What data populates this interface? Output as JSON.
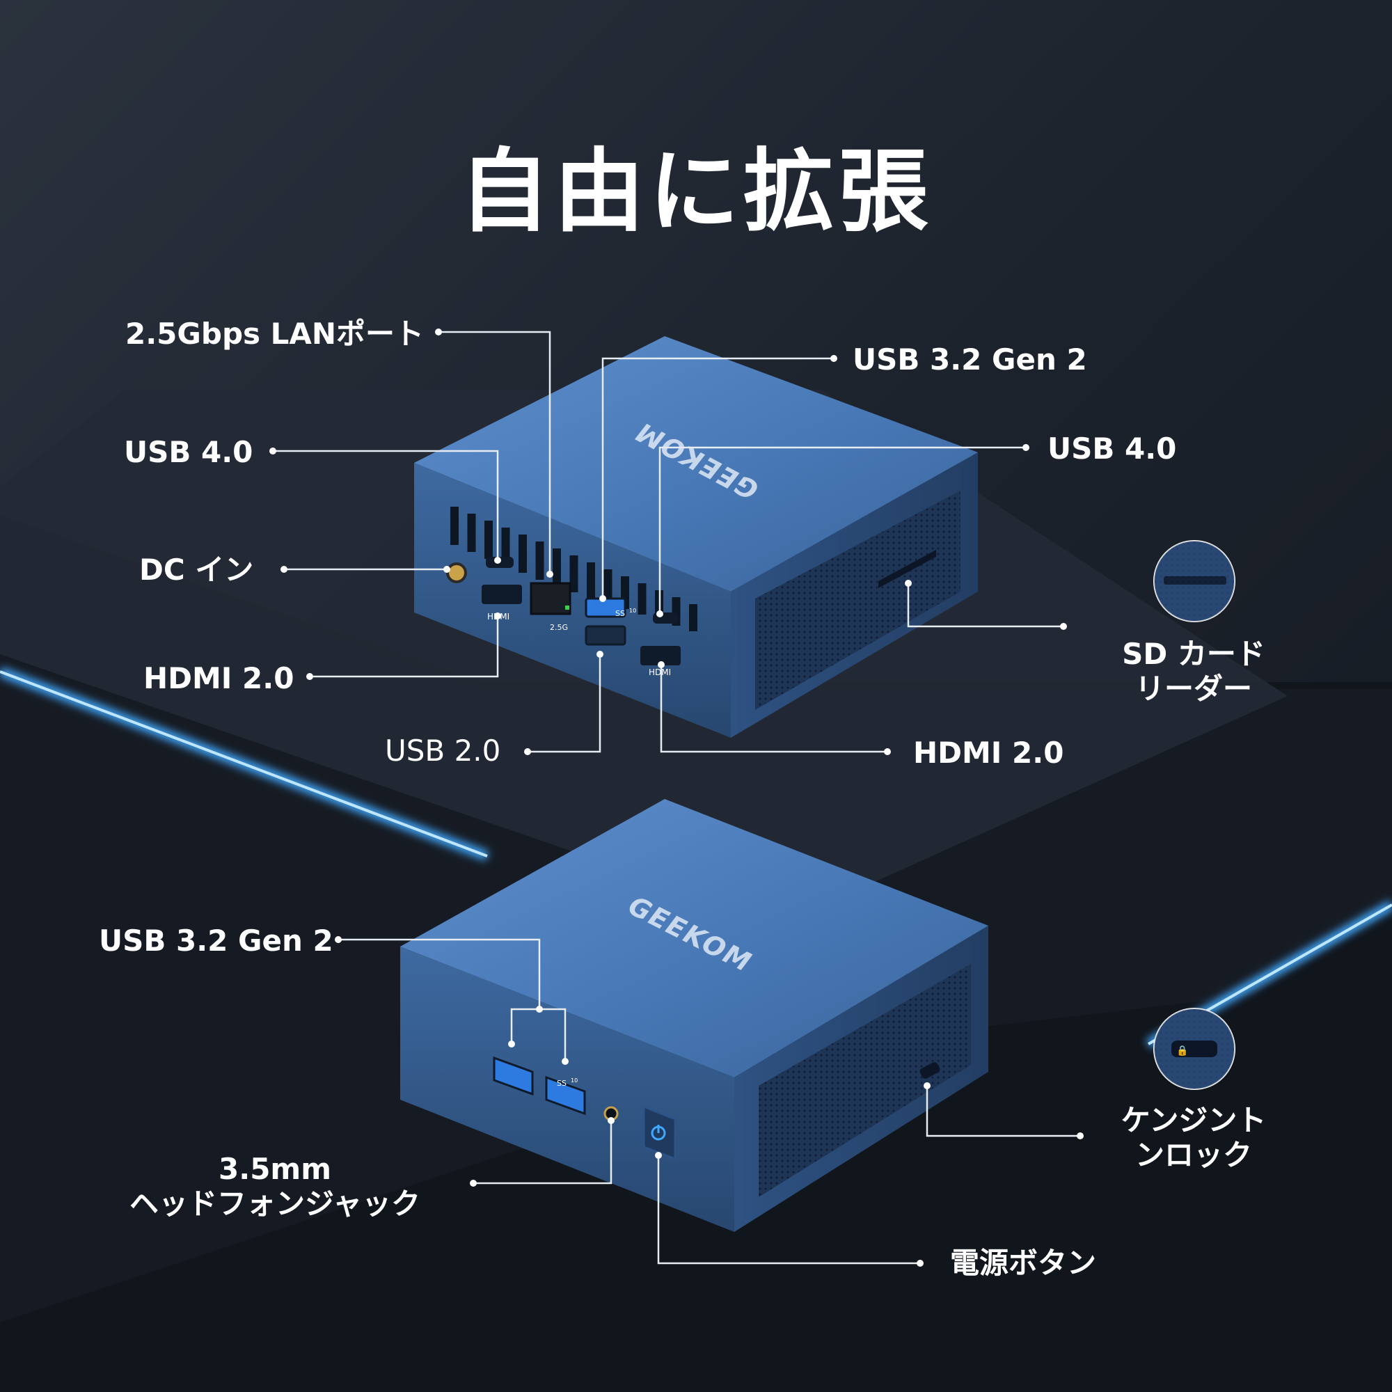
{
  "title": "自由に拡張",
  "brand": "GEEKOM",
  "top_unit": {
    "labels": {
      "lan": "2.5Gbps LANポート",
      "usb4_left": "USB 4.0",
      "dc_in": "DC イン",
      "hdmi_left": "HDMI 2.0",
      "usb2": "USB 2.0",
      "usb32_top": "USB 3.2 Gen 2",
      "usb4_right": "USB 4.0",
      "sd_line1": "SD カード",
      "sd_line2": "リーダー",
      "hdmi_right": "HDMI 2.0"
    },
    "port_marks": {
      "hdmi": "HDMI",
      "lan_speed": "2.5G",
      "usb_ss": "SS",
      "usb_ss_num": "10"
    }
  },
  "bottom_unit": {
    "labels": {
      "usb32": "USB 3.2 Gen 2",
      "audio_line1": "3.5mm",
      "audio_line2": "ヘッドフォンジャック",
      "kensington_line1": "ケンジント",
      "kensington_line2": "ンロック",
      "power": "電源ボタン"
    },
    "port_marks": {
      "usb_ss": "SS",
      "usb_ss_num": "10"
    }
  },
  "colors": {
    "background": "#1a1f28",
    "case_blue": "#3f6fa8",
    "accent_glow": "#3fa9ff",
    "text": "#ffffff",
    "leader": "#e8edf3"
  }
}
